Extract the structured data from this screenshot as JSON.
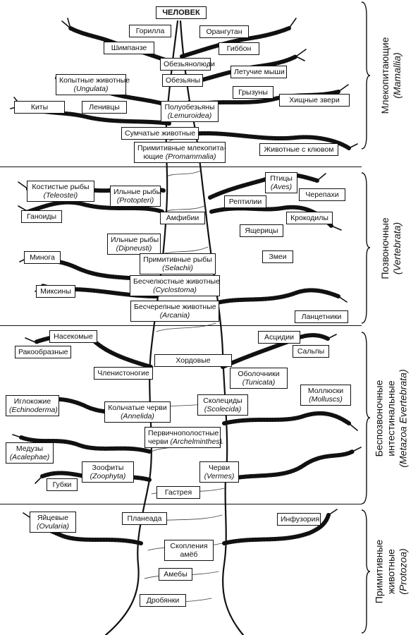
{
  "labels": {
    "chelovek": {
      "name": "ЧЕЛОВЕК"
    },
    "gorilla": {
      "name": "Горилла"
    },
    "orangutan": {
      "name": "Орангутан"
    },
    "shimpanze": {
      "name": "Шимпанзе"
    },
    "gibbon": {
      "name": "Гиббон"
    },
    "obezyanolyudi": {
      "name": "Обезьянолюди"
    },
    "letuchie_myshi": {
      "name": "Летучие мыши"
    },
    "obezyany": {
      "name": "Обезьяны"
    },
    "kopytnye": {
      "name": "Копытные животные",
      "lat": "(Ungulata)"
    },
    "gryzuny": {
      "name": "Грызуны"
    },
    "khishchnye": {
      "name": "Хищные звери"
    },
    "kity": {
      "name": "Киты"
    },
    "lenivtsy": {
      "name": "Ленивцы"
    },
    "poluobezyany": {
      "name": "Полуобезьяны",
      "lat": "(Lemuroidea)"
    },
    "sumchatye": {
      "name": "Сумчатые животные"
    },
    "primitivnye_mlek": {
      "name": "Примитивные млекопита-",
      "name2": "ющие",
      "lat": "(Promammalia)"
    },
    "s_klyuvom": {
      "name": "Животные с клювом"
    },
    "kostistye": {
      "name": "Костистые рыбы",
      "lat": "(Teleostei)"
    },
    "ilnye1": {
      "name": "Ильные рыбы",
      "lat": "(Protopteri)"
    },
    "ptitsy": {
      "name": "Птицы",
      "lat": "(Aves)"
    },
    "cherepakhi": {
      "name": "Черепахи"
    },
    "reptilii": {
      "name": "Рептилии"
    },
    "ganoidy": {
      "name": "Ганоиды"
    },
    "amfibii": {
      "name": "Амфибии"
    },
    "krokodily": {
      "name": "Крокодилы"
    },
    "yashcheritsy": {
      "name": "Ящерицы"
    },
    "ilnye2": {
      "name": "Ильные рыбы",
      "lat": "(Dipneusti)"
    },
    "minoga": {
      "name": "Минога"
    },
    "zmei": {
      "name": "Змеи"
    },
    "primitivnye_ryby": {
      "name": "Примитивные рыбы",
      "lat": "(Selachii)"
    },
    "miksiny": {
      "name": "Миксины"
    },
    "beschelyustnye": {
      "name": "Бесчелюстные животные",
      "lat": "(Cyclostoma)"
    },
    "bescherepnye": {
      "name": "Бесчерепные животные",
      "lat": "(Arcania)"
    },
    "lantsetniki": {
      "name": "Ланцетники"
    },
    "nasekomye": {
      "name": "Насекомые"
    },
    "askidii": {
      "name": "Асцидии"
    },
    "rakoobraznye": {
      "name": "Ракообразные"
    },
    "salpy": {
      "name": "Сальпы"
    },
    "khordovye": {
      "name": "Хордовые"
    },
    "chlenistonogie": {
      "name": "Членистоногие"
    },
    "obolochniki": {
      "name": "Оболочники",
      "lat": "(Tunicata)"
    },
    "mollyuski": {
      "name": "Моллюски",
      "lat": "(Molluscs)"
    },
    "iglokozhie": {
      "name": "Иглокожие",
      "lat": "(Echinoderma)"
    },
    "skoletsidy": {
      "name": "Сколециды",
      "lat": "(Scolecida)"
    },
    "koltchatye": {
      "name": "Кольчатые черви",
      "lat": "(Annelida)"
    },
    "pervichnopolostnye": {
      "name": "Первичнополостные",
      "name2": "черви",
      "lat": "(Archelminthes)"
    },
    "meduzy": {
      "name": "Медузы",
      "lat": "(Acalephae)"
    },
    "zoofity": {
      "name": "Зоофиты",
      "lat": "(Zoophyta)"
    },
    "chervi": {
      "name": "Черви",
      "lat": "(Vermes)"
    },
    "gubki": {
      "name": "Губки"
    },
    "gastreya": {
      "name": "Гастрея"
    },
    "yaytsevye": {
      "name": "Яйцевые",
      "lat": "(Ovularia)"
    },
    "planeada": {
      "name": "Планеада"
    },
    "infuzoriya": {
      "name": "Инфузория"
    },
    "skopleniya": {
      "name": "Скопления",
      "name2": "амёб"
    },
    "ameby": {
      "name": "Амебы"
    },
    "drobyanki": {
      "name": "Дробянки"
    }
  },
  "sections": {
    "mammalia": {
      "name": "Млекопитающие",
      "lat": "(Mamallia)"
    },
    "vertebrata": {
      "name": "Позвоночные",
      "lat": "(Vertebrata)"
    },
    "invertebrata": {
      "name1": "Беспозвоночные",
      "name2": "интестинальные",
      "lat": "(Metazoa Evertebrata)"
    },
    "protozoa": {
      "name1": "Примитивные",
      "name2": "животные",
      "lat": "(Protozoa)"
    }
  },
  "colors": {
    "ink": "#111111",
    "paper": "#ffffff"
  }
}
